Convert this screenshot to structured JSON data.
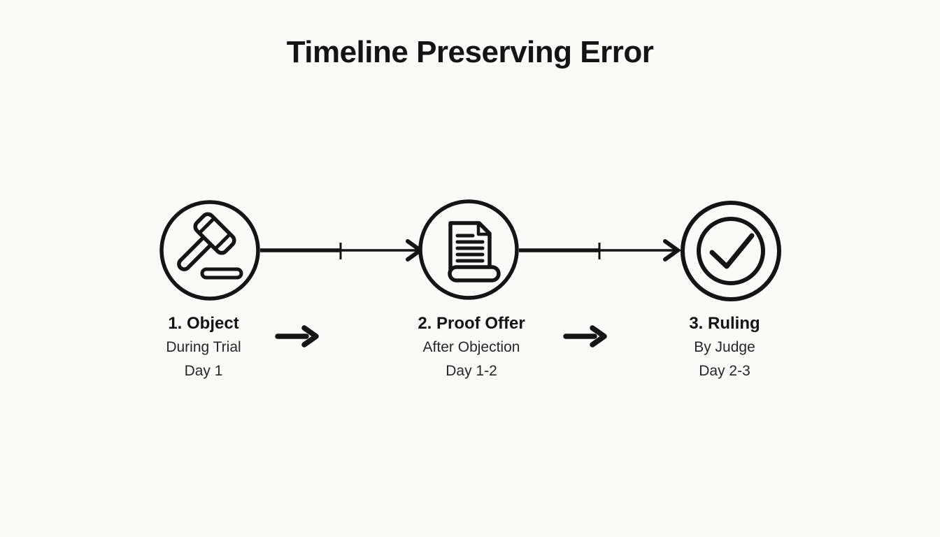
{
  "title": "Timeline Preserving Error",
  "colors": {
    "background": "#fafaf9",
    "ink": "#141414",
    "text_secondary": "#262626"
  },
  "steps": [
    {
      "icon": "gavel-icon",
      "label": "1. Object",
      "sub": "During Trial",
      "day": "Day 1"
    },
    {
      "icon": "document-icon",
      "label": "2. Proof Offer",
      "sub": "After Objection",
      "day": "Day 1-2"
    },
    {
      "icon": "check-circle-icon",
      "label": "3. Ruling",
      "sub": "By Judge",
      "day": "Day 2-3"
    }
  ],
  "connectors": [
    {
      "from": "1. Object",
      "to": "2. Proof Offer",
      "type": "arrow-right"
    },
    {
      "from": "2. Proof Offer",
      "to": "3. Ruling",
      "type": "arrow-right"
    }
  ]
}
